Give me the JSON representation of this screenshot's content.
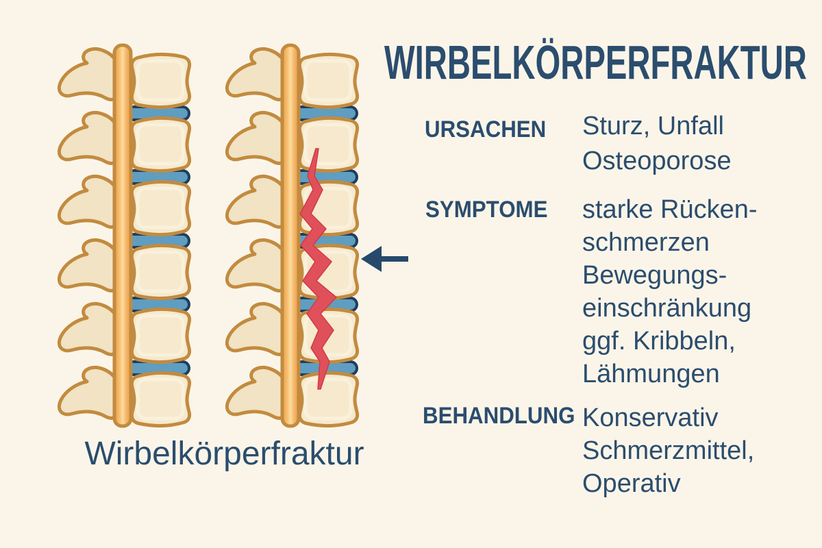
{
  "info": {
    "title": "WIRBELKÖRPERFRAKTUR",
    "sections": [
      {
        "label": "URSACHEN",
        "lines": [
          "Sturz, Unfall",
          "Osteoporose"
        ]
      },
      {
        "label": "SYMPTOME",
        "lines": [
          "starke Rücken-",
          "schmerzen",
          "Bewegungs-",
          "einschränkung",
          "ggf. Kribbeln,",
          "Lähmungen"
        ]
      },
      {
        "label": "BEHANDLUNG",
        "lines": [
          "Konservativ",
          "Schmerzmittel,",
          "Operativ"
        ]
      }
    ]
  },
  "figure": {
    "caption": "Wirbelkörperfraktur",
    "arrow_icon": "left-arrow",
    "crack_icon": "fracture-crack-zigzag"
  },
  "colors": {
    "background": "#FBF5E9",
    "text_blue": "#2B4D6E",
    "bone_fill": "#F6E9CD",
    "bone_outline": "#C28B3F",
    "bone_highlight": "#FBF2DE",
    "process_fill": "#F1E3C3",
    "cord_light": "#FCDC9C",
    "cord_dark": "#ED9F46",
    "disc_fill": "#5F9DC1",
    "disc_outline": "#1F3E5A",
    "crack_red": "#E0505A",
    "arrow_navy": "#27496B"
  }
}
